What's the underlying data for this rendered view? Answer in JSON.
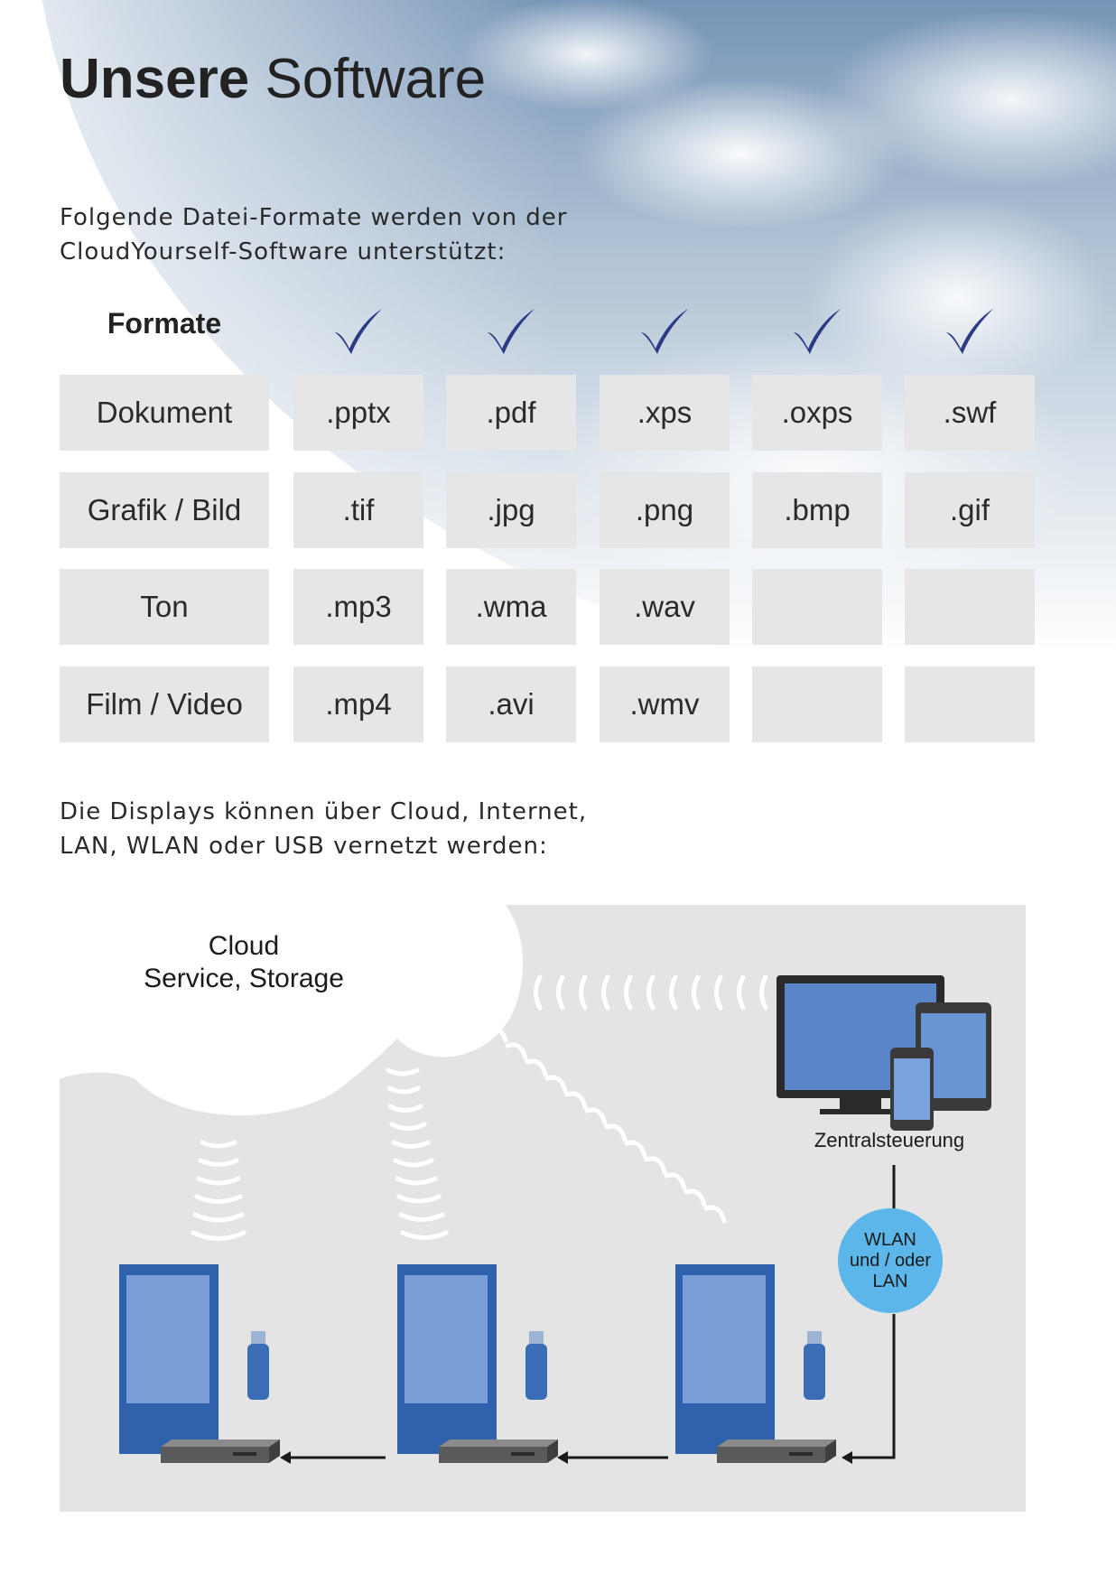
{
  "title": {
    "bold": "Unsere",
    "light": "Software"
  },
  "intro_formats": [
    "Folgende Datei-Formate werden von der",
    "CloudYourself-Software unterstützt:"
  ],
  "formats_header": "Formate",
  "format_rows": [
    {
      "label": "Dokument",
      "values": [
        ".pptx",
        ".pdf",
        ".xps",
        ".oxps",
        ".swf"
      ]
    },
    {
      "label": "Grafik / Bild",
      "values": [
        ".tif",
        ".jpg",
        ".png",
        ".bmp",
        ".gif"
      ]
    },
    {
      "label": "Ton",
      "values": [
        ".mp3",
        ".wma",
        ".wav",
        "",
        ""
      ]
    },
    {
      "label": "Film / Video",
      "values": [
        ".mp4",
        ".avi",
        ".wmv",
        "",
        ""
      ]
    }
  ],
  "intro_network": [
    "Die Displays können über Cloud, Internet,",
    "LAN, WLAN oder USB vernetzt werden:"
  ],
  "diagram": {
    "cloud_label": [
      "Cloud",
      "Service, Storage"
    ],
    "central_label": "Zentralsteuerung",
    "badge": [
      "WLAN",
      "und / oder",
      "LAN"
    ]
  },
  "colors": {
    "check": "#2b3a84",
    "cell": "#e6e6e6",
    "display": "#3a6db5",
    "badge": "#5db6e9"
  }
}
